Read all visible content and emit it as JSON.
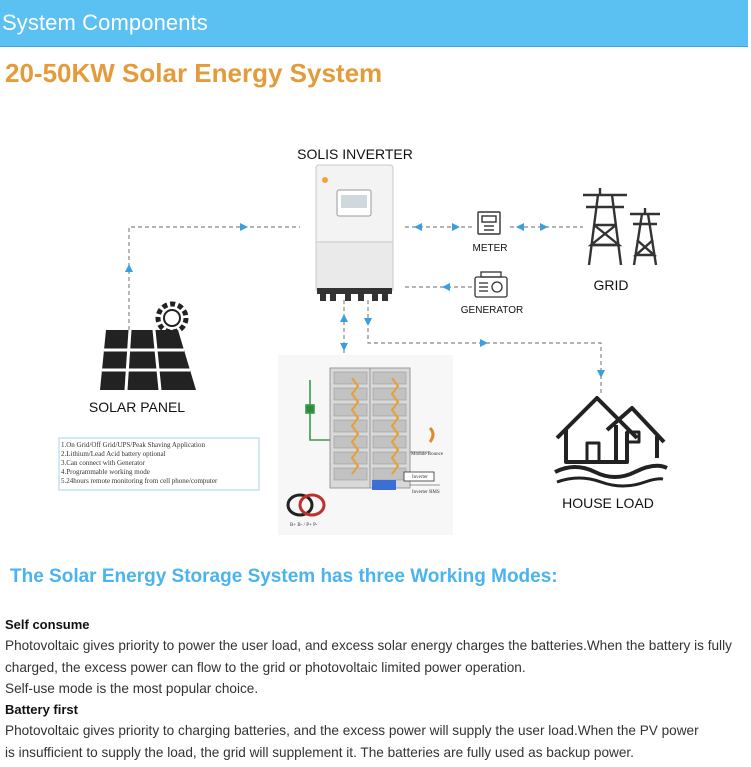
{
  "header": {
    "title": "System Components"
  },
  "main_title": "20-50KW Solar  Energy System",
  "diagram": {
    "inverter_label": "SOLIS INVERTER",
    "meter_label": "METER",
    "generator_label": "GENERATOR",
    "grid_label": "GRID",
    "solar_panel_label": "SOLAR PANEL",
    "house_load_label": "HOUSE LOAD",
    "features": [
      "1.On Grid/Off Grid/UPS/Peak Shaving Application",
      "2.Lithium/Lead Acid battery optional",
      "3.Can connect with Generator",
      "4.Programmable working mode",
      "5.24hours remote monitoring from cell phone/computer"
    ],
    "battery_callouts": [
      "Module Bounce",
      "Inverter",
      "Inverter RMS",
      "B+ B- / P+ P-"
    ],
    "colors": {
      "arrow": "#3a9fe0",
      "dashed_line": "#888888"
    }
  },
  "modes": {
    "heading": "The Solar Energy Storage System has three Working Modes:",
    "items": [
      {
        "title": "Self consume",
        "lines": [
          "Photovoltaic gives priority to power the user load, and excess solar energy charges the batteries.When the battery is fully",
          "charged, the excess power can flow to the grid or photovoltaic limited power operation.",
          "Self-use mode is the most popular choice."
        ]
      },
      {
        "title": "Battery first",
        "lines": [
          "Photovoltaic gives priority to charging batteries, and the excess power will supply the user load.When the PV power",
          "is insufficient to supply the load, the grid will supplement it. The batteries are fully used as backup power."
        ]
      }
    ]
  }
}
